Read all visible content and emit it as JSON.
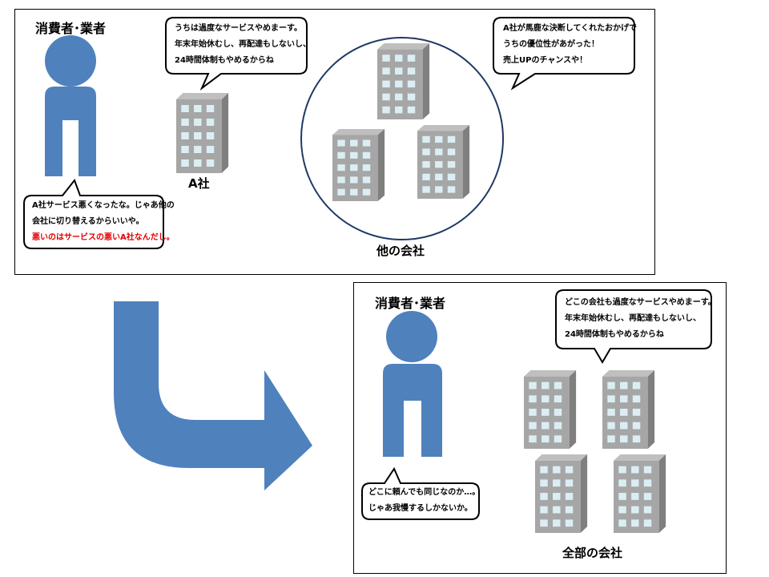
{
  "before": {
    "consumer_label": "消費者･業者",
    "company_a_label": "A社",
    "others_label": "他の会社",
    "company_a_speech": [
      "うちは過度なサービスやめまーす。",
      "年末年始休むし、再配達もしないし、",
      "24時間体制もやめるからね"
    ],
    "others_speech": [
      "A社が馬鹿な決断してくれたおかげで",
      "うちの優位性があがった！",
      "売上UPのチャンスや！"
    ],
    "consumer_speech": [
      "A社サービス悪くなったな。じゃあ他の",
      "会社に切り替えるからいいや。",
      "悪いのはサービスの悪いA社なんだし。"
    ]
  },
  "after": {
    "consumer_label": "消費者･業者",
    "all_label": "全部の会社",
    "companies_speech": [
      "どこの会社も過度なサービスやめまーす。",
      "年末年始休むし、再配達もしないし、",
      "24時間体制もやめるからね"
    ],
    "consumer_speech": [
      "どこに頼んでも同じなのか…。",
      "じゃあ我慢するしかないか。"
    ]
  },
  "colors": {
    "person": "#4f81bd",
    "arrow": "#4f81bd",
    "circle": "#1f3864",
    "building_front": "#a6a6a6",
    "building_side": "#7f7f7f",
    "window": "#dbeef4",
    "highlight_text": "#e00000"
  }
}
